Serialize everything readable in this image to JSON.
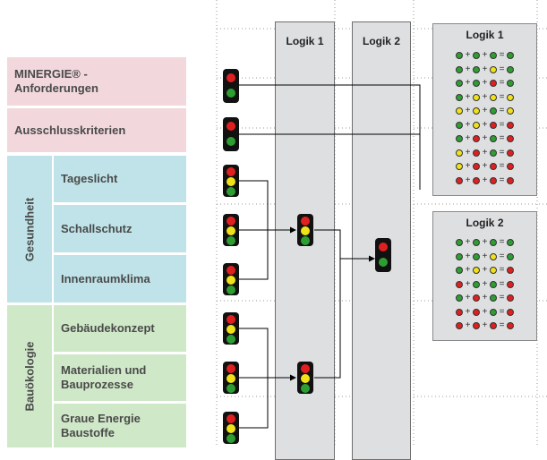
{
  "columns": {
    "logik1": "Logik 1",
    "logik2": "Logik 2"
  },
  "categories": {
    "minergie": "MINERGIE® - Anforderungen",
    "ausschluss": "Ausschlusskriterien",
    "tageslicht": "Tageslicht",
    "schallschutz": "Schallschutz",
    "innenraumklima": "Innenraumklima",
    "gebaeudekonzept": "Gebäudekonzept",
    "materialien": "Materialien und Bauprozesse",
    "graue_energie": "Graue Energie Baustoffe"
  },
  "groups": {
    "gesundheit": "Gesundheit",
    "bauoekologie": "Bauökologie"
  },
  "logik1_panel": {
    "title": "Logik 1",
    "rows": [
      [
        "g",
        "g",
        "g",
        "g"
      ],
      [
        "g",
        "g",
        "y",
        "g"
      ],
      [
        "g",
        "g",
        "r",
        "g"
      ],
      [
        "g",
        "y",
        "y",
        "y"
      ],
      [
        "y",
        "y",
        "g",
        "y"
      ],
      [
        "g",
        "y",
        "r",
        "r"
      ],
      [
        "g",
        "r",
        "g",
        "r"
      ],
      [
        "y",
        "r",
        "g",
        "r"
      ],
      [
        "y",
        "r",
        "r",
        "r"
      ],
      [
        "r",
        "r",
        "r",
        "r"
      ]
    ]
  },
  "logik2_panel": {
    "title": "Logik 2",
    "rows": [
      [
        "g",
        "g",
        "g",
        "g"
      ],
      [
        "g",
        "g",
        "y",
        "g"
      ],
      [
        "g",
        "y",
        "y",
        "r"
      ],
      [
        "r",
        "g",
        "g",
        "r"
      ],
      [
        "g",
        "r",
        "g",
        "r"
      ],
      [
        "r",
        "r",
        "g",
        "r"
      ],
      [
        "r",
        "r",
        "r",
        "r"
      ]
    ]
  },
  "traffic_lights": {
    "minergie": "red",
    "ausschluss": "red",
    "tageslicht": "all",
    "schallschutz": "all",
    "innenraumklima": "all",
    "gebaeudekonzept": "all",
    "materialien": "all",
    "graue_energie": "all",
    "logik1_gesundheit": "all",
    "logik1_bauoekologie": "all",
    "logik2_result": "red"
  },
  "colors": {
    "green": "#2e9e33",
    "yellow": "#f0e21a",
    "red": "#e02020",
    "off": "#2a2a2a"
  }
}
